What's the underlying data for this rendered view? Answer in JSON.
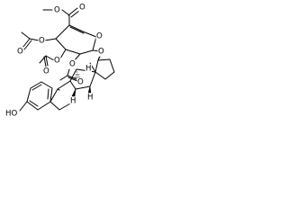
{
  "labels": {
    "o_ester_carbonyl": "O",
    "o_ester_link": "O",
    "o_acetyl_a_link": "O",
    "o_acetyl_a_carbonyl": "O",
    "o_acetyl_b_link": "O",
    "o_acetyl_b_carbonyl": "O",
    "o_acetyl_c_link": "O",
    "o_acetyl_c_carbonyl": "O",
    "o_ring": "O",
    "o_glycoside": "O",
    "h_a": "H",
    "h_b": "H",
    "h_c": "H",
    "hydroxyl": "HO"
  }
}
